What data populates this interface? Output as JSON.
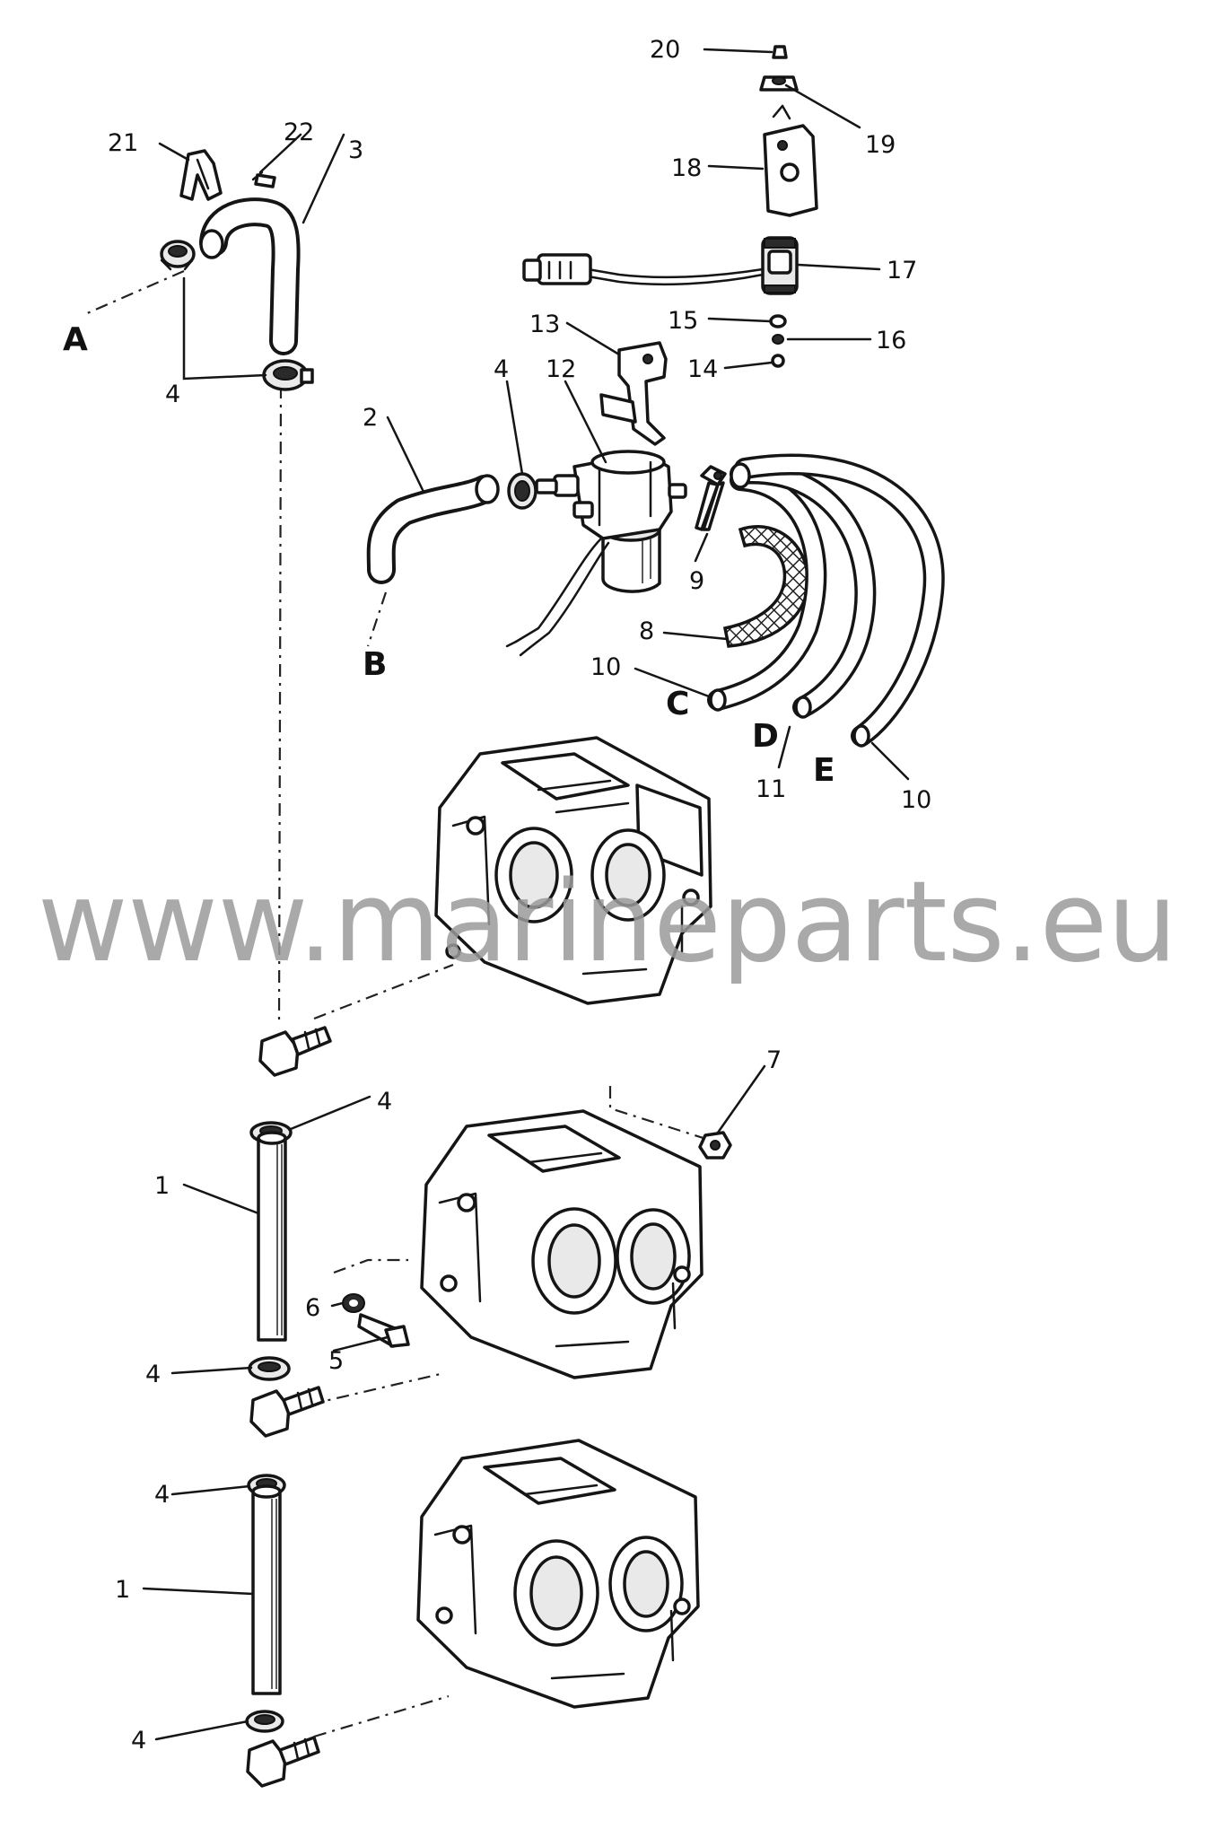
{
  "watermark": "www.marineparts.eu",
  "callouts": {
    "n1a": "1",
    "n1b": "1",
    "n2": "2",
    "n3": "3",
    "n4a": "4",
    "n4b": "4",
    "n4c": "4",
    "n4d": "4",
    "n4e": "4",
    "n4f": "4",
    "n5": "5",
    "n6": "6",
    "n7": "7",
    "n8": "8",
    "n9": "9",
    "n10a": "10",
    "n10b": "10",
    "n11": "11",
    "n12": "12",
    "n13": "13",
    "n14": "14",
    "n15": "15",
    "n16": "16",
    "n17": "17",
    "n18": "18",
    "n19": "19",
    "n20": "20",
    "n21": "21",
    "n22": "22"
  },
  "connection_letters": {
    "a": "A",
    "b": "B",
    "c": "C",
    "d": "D",
    "e": "E"
  },
  "colors": {
    "line": "#151515",
    "watermark": "#9a9a9a",
    "background": "#ffffff"
  }
}
